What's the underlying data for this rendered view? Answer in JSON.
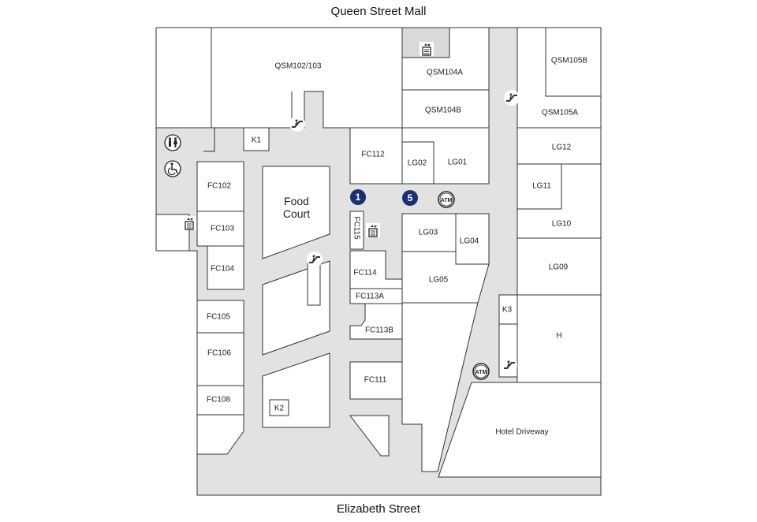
{
  "streets": {
    "top": "Queen Street Mall",
    "bottom": "Elizabeth Street"
  },
  "units": [
    {
      "id": "QSM102/103",
      "label": "QSM102/103"
    },
    {
      "id": "QSM104A",
      "label": "QSM104A"
    },
    {
      "id": "QSM104B",
      "label": "QSM104B"
    },
    {
      "id": "QSM105B",
      "label": "QSM105B"
    },
    {
      "id": "QSM105A",
      "label": "QSM105A"
    },
    {
      "id": "K1",
      "label": "K1"
    },
    {
      "id": "FC112",
      "label": "FC112"
    },
    {
      "id": "LG02",
      "label": "LG02"
    },
    {
      "id": "LG01",
      "label": "LG01"
    },
    {
      "id": "LG12",
      "label": "LG12"
    },
    {
      "id": "LG11",
      "label": "LG11"
    },
    {
      "id": "LG10",
      "label": "LG10"
    },
    {
      "id": "LG09",
      "label": "LG09"
    },
    {
      "id": "FC102",
      "label": "FC102"
    },
    {
      "id": "FC103",
      "label": "FC103"
    },
    {
      "id": "FC104",
      "label": "FC104"
    },
    {
      "id": "FC115",
      "label": "FC115"
    },
    {
      "id": "LG03",
      "label": "LG03"
    },
    {
      "id": "LG04",
      "label": "LG04"
    },
    {
      "id": "FC114",
      "label": "FC114"
    },
    {
      "id": "LG05",
      "label": "LG05"
    },
    {
      "id": "FC113A",
      "label": "FC113A"
    },
    {
      "id": "FC113B",
      "label": "FC113B"
    },
    {
      "id": "K3",
      "label": "K3"
    },
    {
      "id": "H",
      "label": "H"
    },
    {
      "id": "FC105",
      "label": "FC105"
    },
    {
      "id": "FC106",
      "label": "FC106"
    },
    {
      "id": "FC108",
      "label": "FC108"
    },
    {
      "id": "FC111",
      "label": "FC111"
    },
    {
      "id": "K2",
      "label": "K2"
    },
    {
      "id": "Hotel Driveway",
      "label": "Hotel Driveway"
    }
  ],
  "food_court": {
    "line1": "Food",
    "line2": "Court"
  },
  "markers": [
    {
      "id": "marker-1",
      "label": "1"
    },
    {
      "id": "marker-5",
      "label": "5"
    }
  ],
  "atm_label": "ATM",
  "icons": [
    "toilets-icon",
    "accessible-icon",
    "lift-icon",
    "escalator-icon",
    "atm-icon"
  ],
  "colors": {
    "corridor": "#e2e2e2",
    "unit": "#ffffff",
    "outline": "#333333",
    "marker": "#1c2f73"
  }
}
